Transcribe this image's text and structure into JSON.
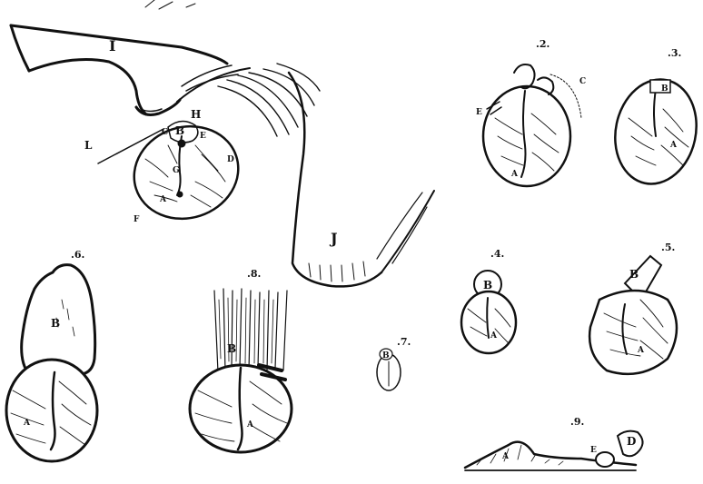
{
  "figures": [
    {
      "number": "",
      "labels": [
        "I",
        "H",
        "B",
        "C",
        "E",
        "D",
        "G",
        "A",
        "F",
        "L",
        "J"
      ]
    },
    {
      "number": ".2.",
      "labels": [
        "C",
        "E",
        "A"
      ]
    },
    {
      "number": ".3.",
      "labels": [
        "B",
        "A"
      ]
    },
    {
      "number": ".4.",
      "labels": [
        "B",
        "A"
      ]
    },
    {
      "number": ".5.",
      "labels": [
        "B",
        "A"
      ]
    },
    {
      "number": ".6.",
      "labels": [
        "B",
        "A"
      ]
    },
    {
      "number": ".7.",
      "labels": [
        "B"
      ]
    },
    {
      "number": ".8.",
      "labels": [
        "B",
        "A"
      ]
    },
    {
      "number": ".9.",
      "labels": [
        "D",
        "A",
        "E"
      ]
    }
  ]
}
